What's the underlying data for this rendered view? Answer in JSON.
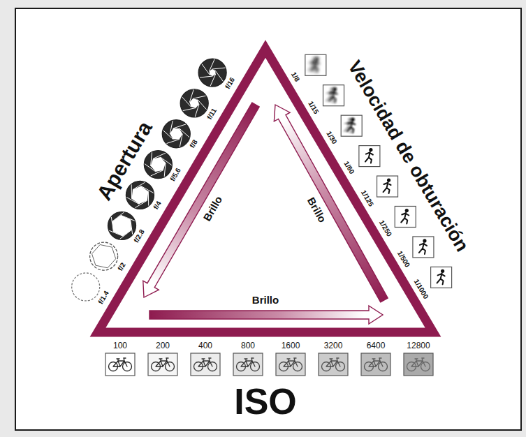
{
  "diagram": {
    "labels": [
      "Apertura",
      "f/1.4",
      "f/2",
      "f/2.8",
      "f/4",
      "f/5.6",
      "f/8",
      "f/11",
      "f/16",
      "Velocidad de obturación",
      "1/8",
      "1/15",
      "1/30",
      "1/60",
      "1/125",
      "1/250",
      "1/500",
      "1/1000",
      "100",
      "200",
      "400",
      "800",
      "1600",
      "3200",
      "6400",
      "12800",
      "ISO",
      "Brillo",
      "Brillo",
      "Brillo"
    ]
  }
}
